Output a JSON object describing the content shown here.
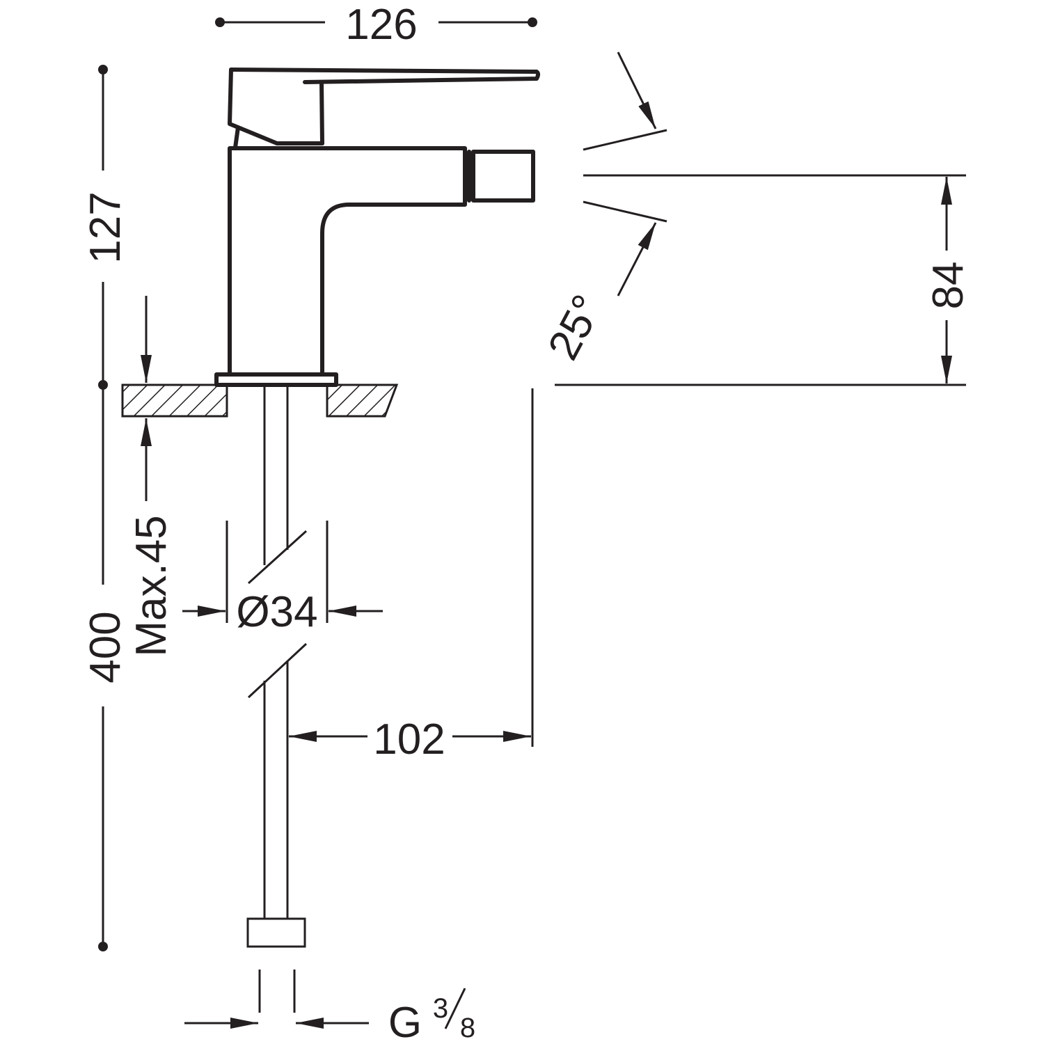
{
  "dimensions": {
    "overall_width": "126",
    "height_above_counter": "127",
    "hose_length": "400",
    "max_counter_thickness": "Max.45",
    "base_diameter": "Ø34",
    "spout_reach": "102",
    "spout_height": "84",
    "spout_angle": "25°",
    "connection_prefix": "G",
    "connection_numerator": "3",
    "connection_denominator": "8"
  },
  "colors": {
    "line": "#231f20",
    "background": "#ffffff"
  }
}
